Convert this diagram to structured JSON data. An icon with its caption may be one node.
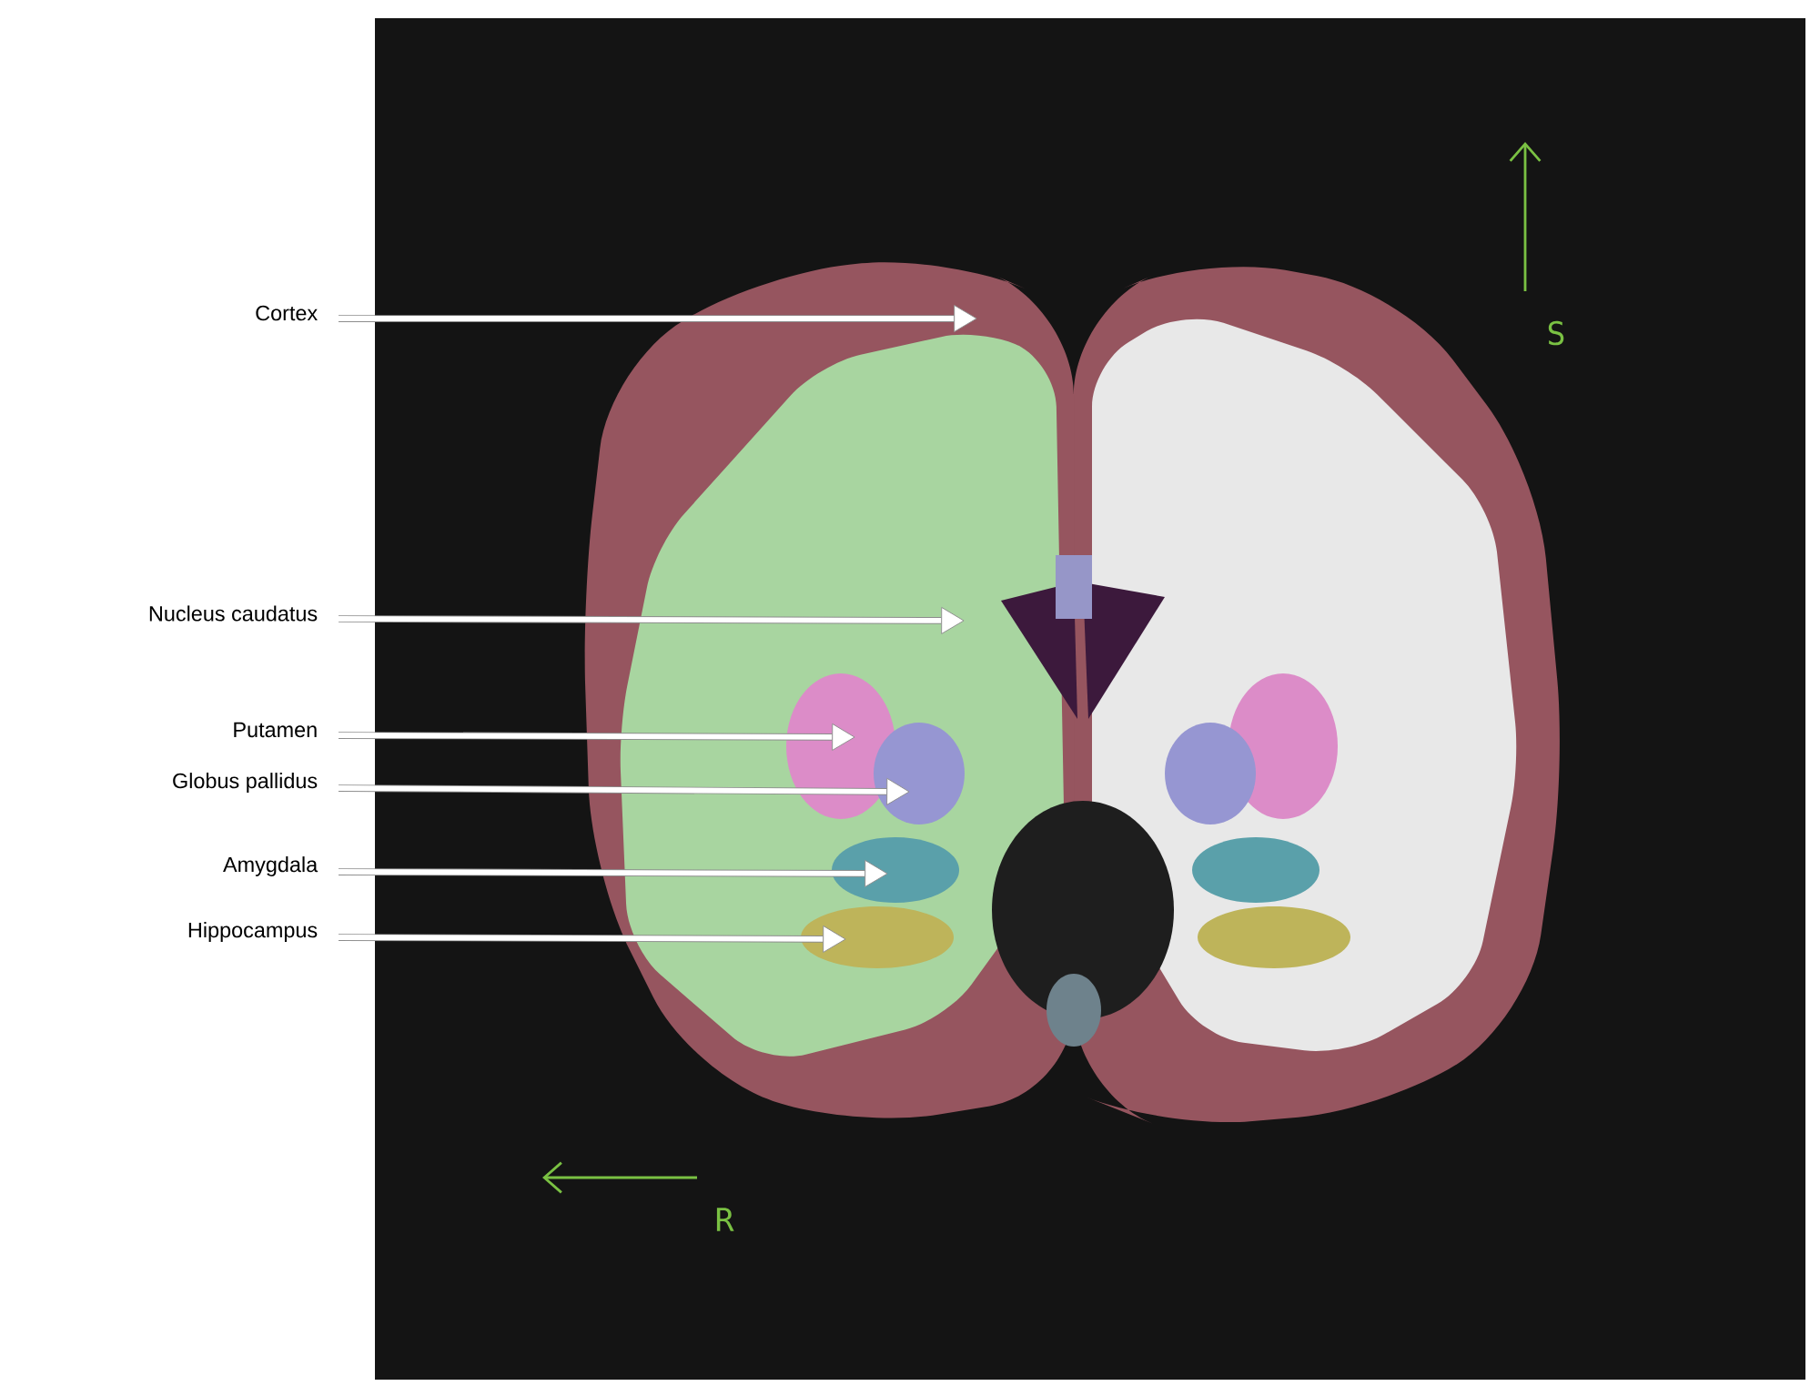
{
  "diagram": {
    "nodes": [
      {
        "text": [
          "Cortex"
        ]
      },
      {
        "text": [
          "Nucleus caudatus"
        ]
      },
      {
        "text": [
          "Putamen"
        ]
      },
      {
        "text": [
          "Globus pallidus"
        ]
      },
      {
        "text": [
          "Amygdala"
        ]
      },
      {
        "text": [
          "Hippocampus"
        ]
      }
    ],
    "edges": [
      {
        "from": 0,
        "to": null,
        "arrow": "to"
      },
      {
        "from": 1,
        "to": null,
        "arrow": "to"
      },
      {
        "from": 2,
        "to": null,
        "arrow": "to"
      },
      {
        "from": 3,
        "to": null,
        "arrow": "to"
      },
      {
        "from": 4,
        "to": null,
        "arrow": "to"
      },
      {
        "from": 5,
        "to": null,
        "arrow": "to"
      }
    ],
    "labels": [
      "S",
      "R"
    ]
  }
}
